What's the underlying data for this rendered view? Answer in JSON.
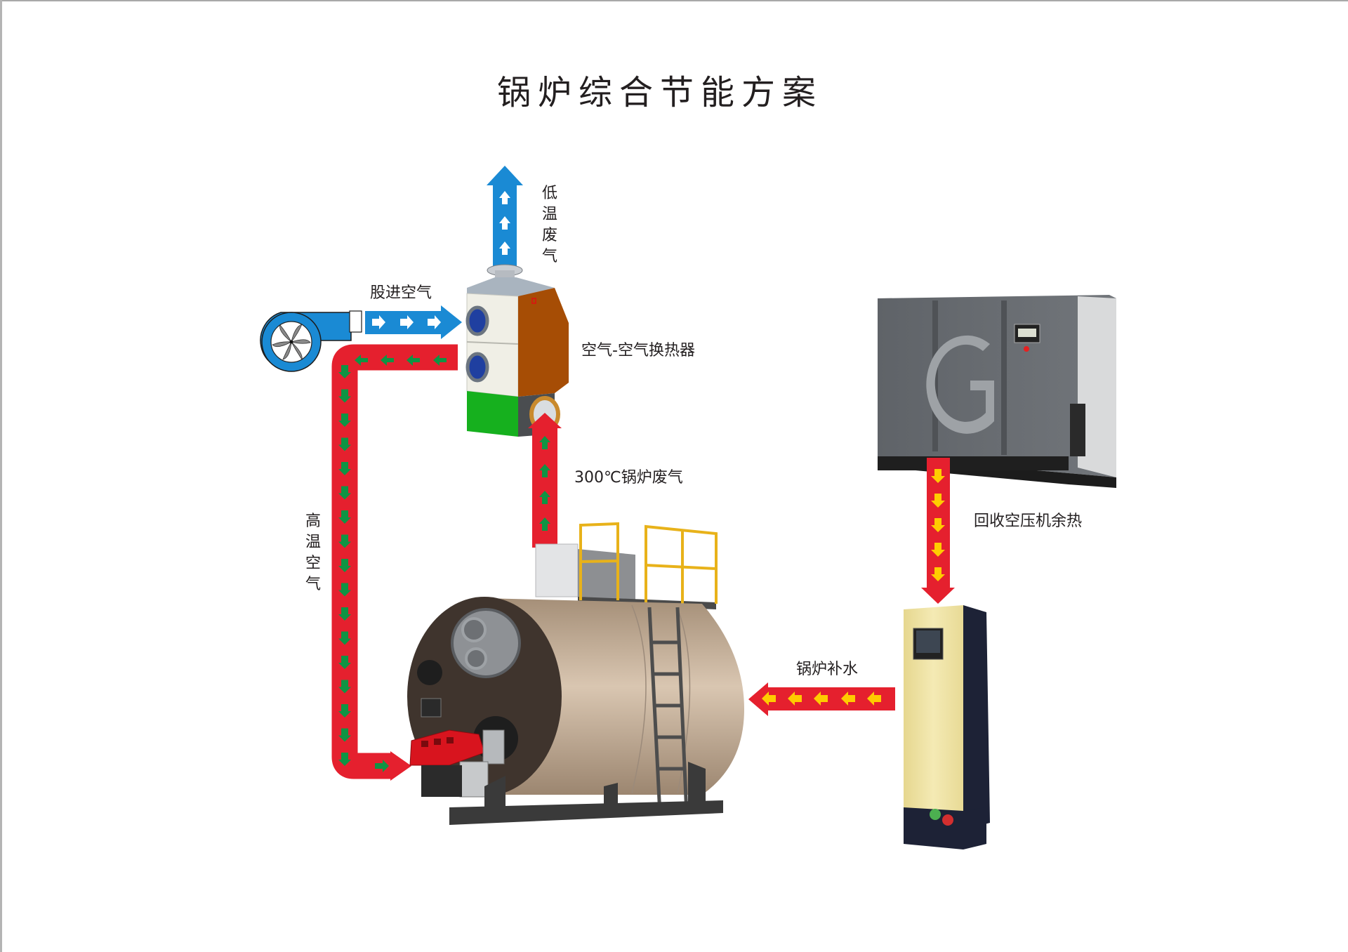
{
  "title": "锅炉综合节能方案",
  "labels": {
    "forced_air": "股进空气",
    "low_temp_exhaust": "低温废气",
    "heat_exchanger": "空气-空气换热器",
    "boiler_exhaust": "300℃锅炉废气",
    "high_temp_air": "高温空气",
    "compressor_heat_recovery": "回收空压机余热",
    "boiler_makeup_water": "锅炉补水"
  },
  "colors": {
    "hot_pipe": "#e5202e",
    "cool_pipe": "#1a8ad4",
    "green_chevron": "#0f9444",
    "yellow_chevron": "#ffcc00",
    "white_chevron": "#ffffff",
    "exchanger_orange": "#a64d05",
    "exchanger_green": "#16b01e",
    "boiler_body": "#c7ae92",
    "boiler_face": "#3f342d",
    "compressor_grey": "#6a6e73",
    "water_unit_cream": "#efe3a2"
  },
  "components": {
    "fan": "centrifugal-fan",
    "exchanger": "air-air-heat-exchanger",
    "boiler": "horizontal-boiler",
    "compressor": "air-compressor",
    "water_unit": "heat-pump-water-unit"
  }
}
